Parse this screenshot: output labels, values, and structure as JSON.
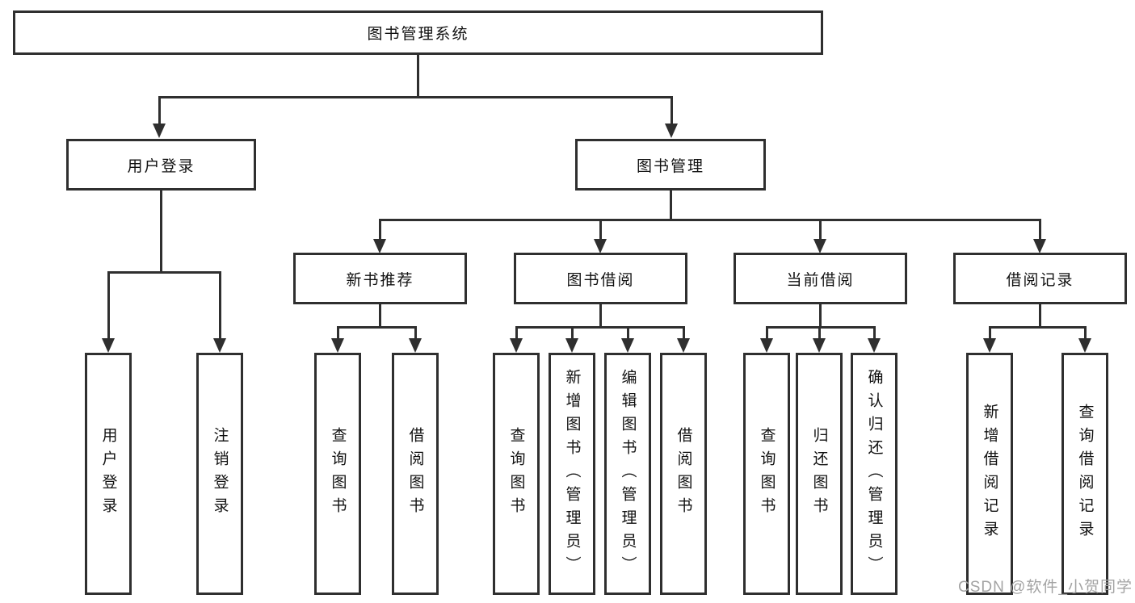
{
  "diagram": {
    "nodes": {
      "root": "图书管理系统",
      "user_login": "用户登录",
      "book_mgmt": "图书管理",
      "new_books": "新书推荐",
      "book_borrow": "图书借阅",
      "current_borrow": "当前借阅",
      "borrow_records": "借阅记录",
      "ul_login": "用户登录",
      "ul_logout": "注销登录",
      "nb_query": "查询图书",
      "nb_borrow": "借阅图书",
      "bb_query": "查询图书",
      "bb_add": "新增图书（管理员）",
      "bb_edit": "编辑图书（管理员）",
      "bb_borrow": "借阅图书",
      "cb_query": "查询图书",
      "cb_return": "归还图书",
      "cb_confirm": "确认归还（管理员）",
      "br_add": "新增借阅记录",
      "br_query": "查询借阅记录"
    }
  },
  "watermark": {
    "text": "CSDN @软件_小贺同学",
    "color": "#a3a3a3"
  },
  "colors": {
    "line": "#2f2f2f",
    "text": "#111111",
    "background": "#ffffff"
  }
}
